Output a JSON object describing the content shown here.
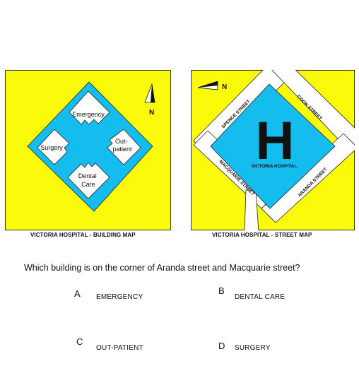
{
  "building_map": {
    "caption": "VICTORIA HOSPITAL  - BUILDING MAP",
    "north_label": "N",
    "buildings": [
      "Emergency",
      "Surgery",
      "Out-\npatient",
      "Dental\nCare"
    ]
  },
  "street_map": {
    "caption": "VICTORIA HOSPITAL  - STREET MAP",
    "north_label": "N",
    "hospital_letter": "H",
    "hospital_name": "VICTORIA HOSPITAL",
    "streets": {
      "spence": "SPENCE STREET",
      "cook": "COOK STREET",
      "macquarie": "MACQUARIE STREET",
      "aranda": "ARANDA STREET"
    }
  },
  "question": "Which building is on the corner of Aranda street and Macquarie street?",
  "options": [
    {
      "letter": "A",
      "text": "EMERGENCY"
    },
    {
      "letter": "B",
      "text": "DENTAL CARE"
    },
    {
      "letter": "C",
      "text": "OUT-PATIENT"
    },
    {
      "letter": "D",
      "text": "SURGERY"
    }
  ],
  "colors": {
    "yellow": "#fbfa0b",
    "blue": "#14bdee",
    "white": "#ffffff",
    "outline": "#222222"
  }
}
